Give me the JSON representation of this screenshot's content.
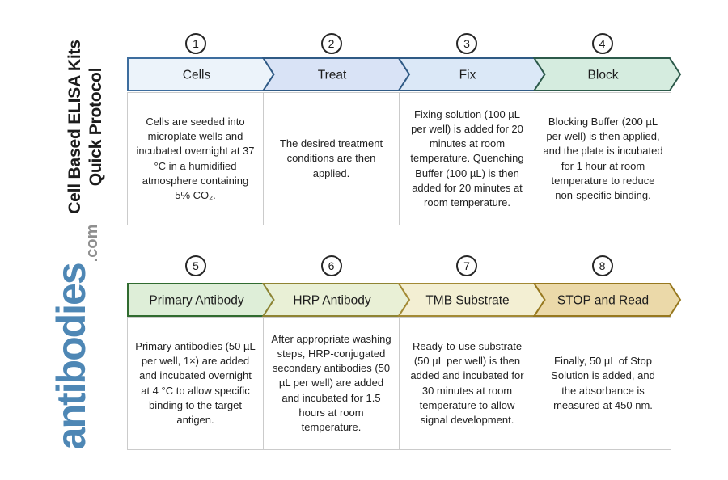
{
  "brand": {
    "title_line1": "Cell Based ELISA Kits",
    "title_line2": "Quick Protocol",
    "logo_name": "antibodies",
    "logo_tld": ".com",
    "logo_color": "#4e87b5",
    "logo_tld_color": "#8f8f8f"
  },
  "steps": [
    {
      "number": "1",
      "label": "Cells",
      "description": "Cells are seeded into microplate wells and incubated overnight at 37 °C in a humidified atmosphere containing 5% CO₂.",
      "fill": "#ecf3fa",
      "border": "#3d6d9e"
    },
    {
      "number": "2",
      "label": "Treat",
      "description": "The desired treatment conditions are then applied.",
      "fill": "#d9e3f6",
      "border": "#2f5a85"
    },
    {
      "number": "3",
      "label": "Fix",
      "description": "Fixing solution (100 µL per well) is added for 20 minutes at room temperature. Quenching Buffer (100 µL) is then added for 20 minutes at room temperature.",
      "fill": "#dbe8f7",
      "border": "#2f5a85"
    },
    {
      "number": "4",
      "label": "Block",
      "description": "Blocking Buffer (200 µL per well) is then applied, and the plate is incubated for 1 hour at room temperature to reduce non-specific binding.",
      "fill": "#d5ecdf",
      "border": "#2c5a4a"
    },
    {
      "number": "5",
      "label": "Primary Antibody",
      "description": "Primary antibodies (50 µL per well, 1×) are added and incubated overnight at 4 °C to allow specific binding to the target antigen.",
      "fill": "#deeed8",
      "border": "#306b2f"
    },
    {
      "number": "6",
      "label": "HRP Antibody",
      "description": "After appropriate washing steps, HRP-conjugated secondary antibodies (50 µL per well) are added and incubated for 1.5 hours at room temperature.",
      "fill": "#e9f0d6",
      "border": "#8f8433"
    },
    {
      "number": "7",
      "label": "TMB Substrate",
      "description": "Ready-to-use substrate (50 µL per well) is then added and incubated for 30 minutes at room temperature to allow signal development.",
      "fill": "#f3efd3",
      "border": "#a38a35"
    },
    {
      "number": "8",
      "label": "STOP and Read",
      "description": "Finally, 50 µL of Stop Solution is added, and the absorbance is measured at 450 nm.",
      "fill": "#ebd9a9",
      "border": "#97781f"
    }
  ]
}
